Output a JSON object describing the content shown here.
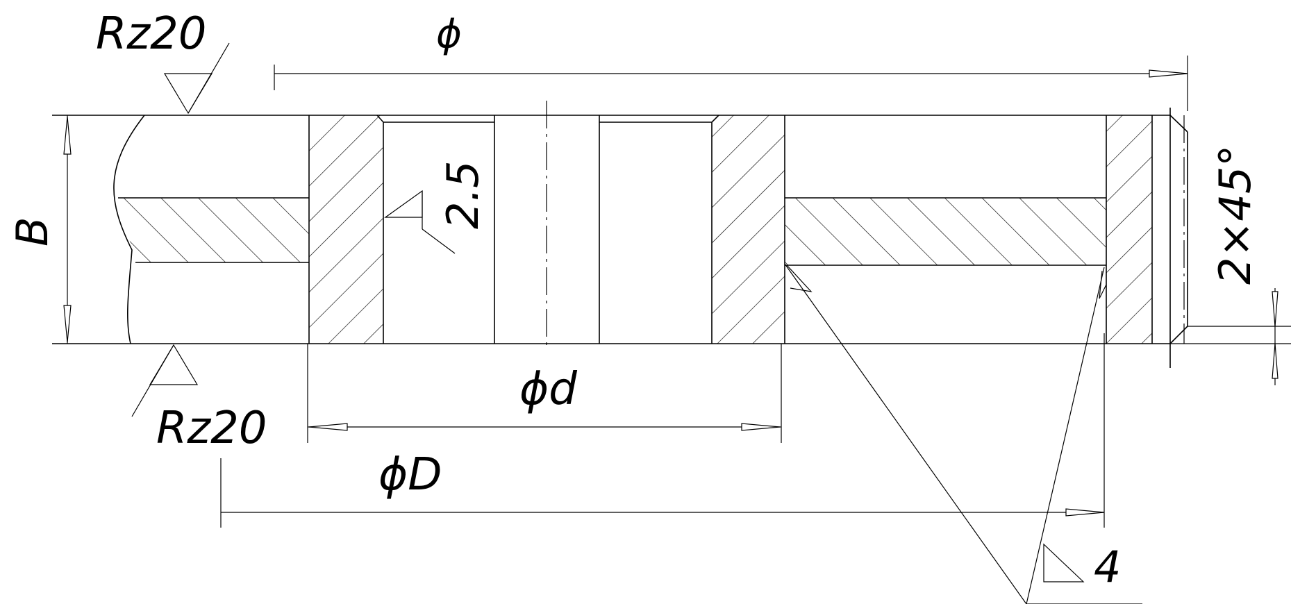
{
  "labels": {
    "phi_top": "ϕ",
    "rz_top": "Rz20",
    "rz_bottom": "Rz20",
    "b_width": "B",
    "rough_25": "2.5",
    "phi_d": "ϕd",
    "phi_D": "ϕD",
    "chamfer": "2×45°",
    "rough_4": "4"
  }
}
